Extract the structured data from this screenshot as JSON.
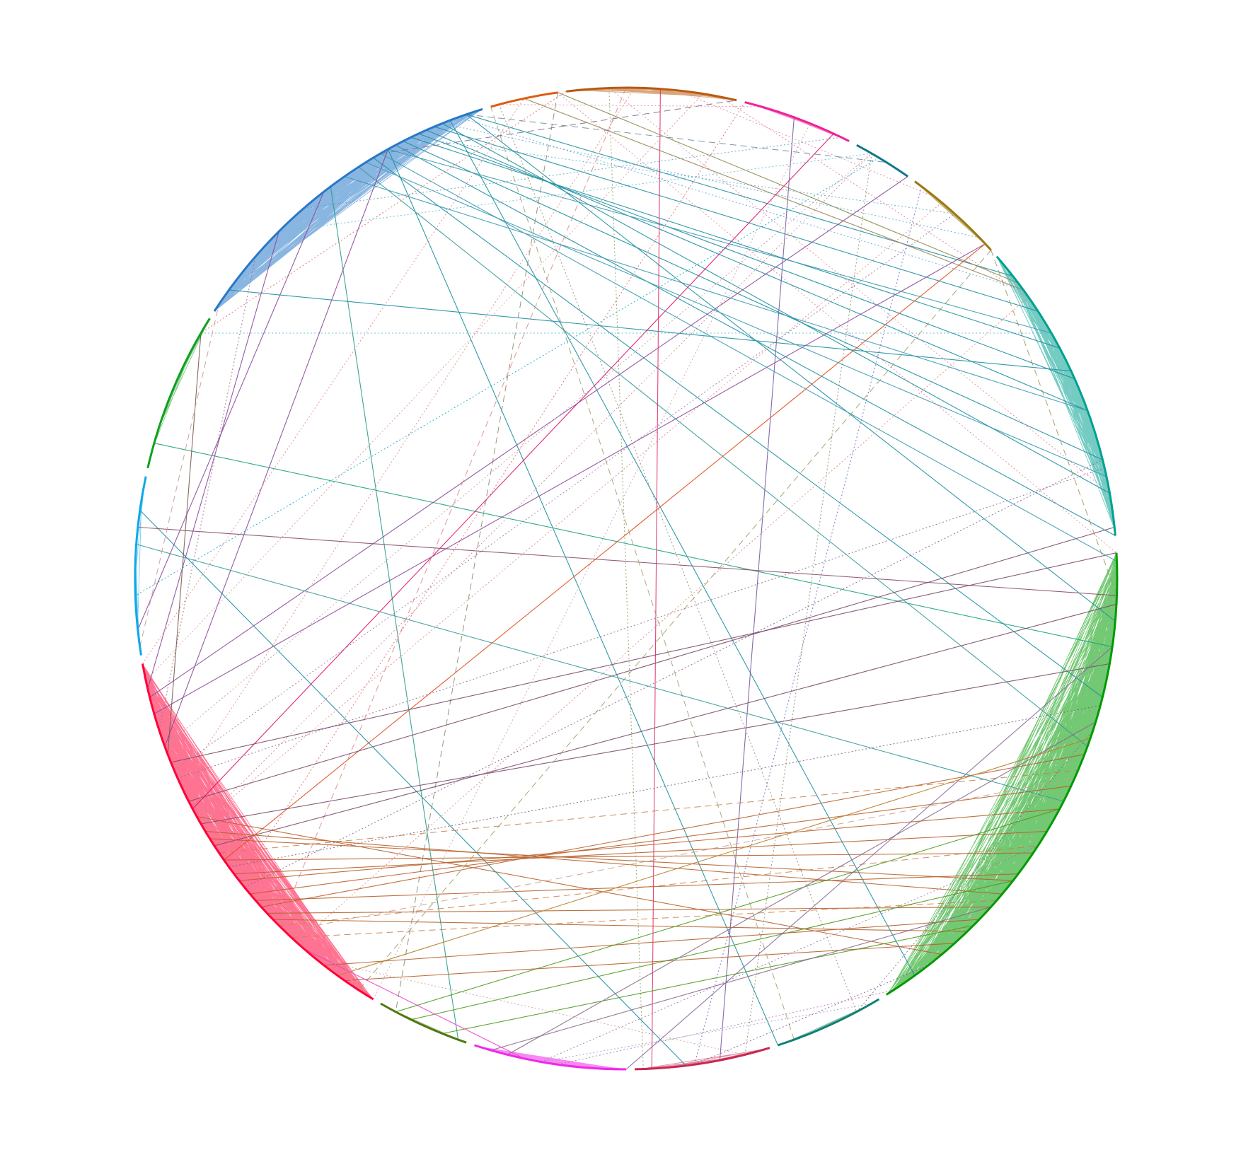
{
  "diagram": {
    "type": "circular-network",
    "labels_shown": false,
    "background": "#ffffff",
    "groups": [
      {
        "id": "blue",
        "color": "#2878C8",
        "arc": [
          213,
          253
        ]
      },
      {
        "id": "orange",
        "color": "#E05A10",
        "arc": [
          254,
          262
        ]
      },
      {
        "id": "brown",
        "color": "#B85A10",
        "arc": [
          263,
          283
        ]
      },
      {
        "id": "magenta",
        "color": "#F0209A",
        "arc": [
          284,
          297
        ]
      },
      {
        "id": "teal-dark",
        "color": "#107888",
        "arc": [
          298,
          305
        ]
      },
      {
        "id": "olive",
        "color": "#9A7A10",
        "arc": [
          306,
          318
        ]
      },
      {
        "id": "teal",
        "color": "#00A090",
        "arc": [
          319,
          355
        ]
      },
      {
        "id": "green",
        "color": "#009A00",
        "arc": [
          357,
          58
        ]
      },
      {
        "id": "teal-green",
        "color": "#108070",
        "arc": [
          59,
          72
        ]
      },
      {
        "id": "rose",
        "color": "#C82850",
        "arc": [
          73,
          89
        ]
      },
      {
        "id": "pink",
        "color": "#F028E8",
        "arc": [
          90,
          108
        ]
      },
      {
        "id": "dark-olive",
        "color": "#507810",
        "arc": [
          109,
          120
        ]
      },
      {
        "id": "red",
        "color": "#FF0038",
        "arc": [
          121,
          170
        ]
      },
      {
        "id": "sky",
        "color": "#10A8E8",
        "arc": [
          171,
          192
        ]
      },
      {
        "id": "green-2",
        "color": "#10A020",
        "arc": [
          193,
          212
        ]
      }
    ],
    "within_group_density": {
      "blue": 520,
      "red": 560,
      "green": 620,
      "teal": 260,
      "pink": 120,
      "brown": 50,
      "magenta": 40,
      "olive": 30,
      "rose": 25,
      "teal-green": 20,
      "sky": 18,
      "green-2": 14,
      "orange": 12,
      "teal-dark": 12,
      "dark-olive": 12
    },
    "cross_links": [
      {
        "a": 247,
        "b": 327,
        "color": "#1A8FA0",
        "style": "solid"
      },
      {
        "a": 244,
        "b": 332,
        "color": "#1A8FA0",
        "style": "solid"
      },
      {
        "a": 246,
        "b": 340,
        "color": "#1A8FA0",
        "style": "solid"
      },
      {
        "a": 248,
        "b": 350,
        "color": "#1A8FA0",
        "style": "solid"
      },
      {
        "a": 243,
        "b": 346,
        "color": "#1A8FA0",
        "style": "solid"
      },
      {
        "a": 245,
        "b": 336,
        "color": "#1A8FA0",
        "style": "solid"
      },
      {
        "a": 242,
        "b": 355,
        "color": "#1A8FA0",
        "style": "solid"
      },
      {
        "a": 249,
        "b": 54,
        "color": "#1A8FA0",
        "style": "solid"
      },
      {
        "a": 251,
        "b": 322,
        "color": "#1A8FA0",
        "style": "solid"
      },
      {
        "a": 241,
        "b": 72,
        "color": "#1A8FA0",
        "style": "solid"
      },
      {
        "a": 233,
        "b": 110,
        "color": "#2A9A8A",
        "style": "solid"
      },
      {
        "a": 216,
        "b": 335,
        "color": "#1A8FA0",
        "style": "solid"
      },
      {
        "a": 188,
        "b": 83,
        "color": "#1A8FA0",
        "style": "solid"
      },
      {
        "a": 196,
        "b": 8,
        "color": "#1AA080",
        "style": "solid"
      },
      {
        "a": 251,
        "b": 5,
        "color": "#1A8FA0",
        "style": "solid"
      },
      {
        "a": 237,
        "b": 20,
        "color": "#3A9A9A",
        "style": "solid"
      },
      {
        "a": 239,
        "b": 14,
        "color": "#1A8FA0",
        "style": "solid"
      },
      {
        "a": 295,
        "b": 152,
        "color": "#E0106A",
        "style": "solid"
      },
      {
        "a": 274,
        "b": 87,
        "color": "#E0306A",
        "style": "solid"
      },
      {
        "a": 317,
        "b": 145,
        "color": "#E04A1A",
        "style": "solid"
      },
      {
        "a": 241,
        "b": 160,
        "color": "#8A4A9A",
        "style": "solid"
      },
      {
        "a": 262,
        "b": 118,
        "color": "#8A8A6A",
        "style": "dashed"
      },
      {
        "a": 301,
        "b": 178,
        "color": "#10A8C8",
        "style": "dotted"
      },
      {
        "a": 305,
        "b": 166,
        "color": "#8A4A9A",
        "style": "solid"
      },
      {
        "a": 290,
        "b": 79,
        "color": "#7A5AA0",
        "style": "solid"
      },
      {
        "a": 307,
        "b": 82,
        "color": "#6A6AC8",
        "style": "dotted"
      },
      {
        "a": 318,
        "b": 123,
        "color": "#9AA060",
        "style": "dashed"
      },
      {
        "a": 262,
        "b": 323,
        "color": "#8A8A4A",
        "style": "solid"
      },
      {
        "a": 258,
        "b": 324,
        "color": "#9A8A5A",
        "style": "solid"
      },
      {
        "a": 318,
        "b": 2,
        "color": "#9A9A5A",
        "style": "dashed"
      },
      {
        "a": 255,
        "b": 62,
        "color": "#9A8A6A",
        "style": "dotted"
      },
      {
        "a": 263,
        "b": 210,
        "color": "#E06A6A",
        "style": "dotted"
      },
      {
        "a": 270,
        "b": 135,
        "color": "#E08A8A",
        "style": "dashed"
      },
      {
        "a": 284,
        "b": 142,
        "color": "#E06A6A",
        "style": "dotted"
      },
      {
        "a": 310,
        "b": 150,
        "color": "#E08A8A",
        "style": "dotted"
      },
      {
        "a": 325,
        "b": 132,
        "color": "#E08A8A",
        "style": "dotted"
      },
      {
        "a": 300,
        "b": 225,
        "color": "#60C0D0",
        "style": "dotted"
      },
      {
        "a": 296,
        "b": 229,
        "color": "#60A0C0",
        "style": "dotted"
      },
      {
        "a": 210,
        "b": 330,
        "color": "#60C0D0",
        "style": "dotted"
      },
      {
        "a": 186,
        "b": 2,
        "color": "#8A4A6A",
        "style": "solid"
      },
      {
        "a": 147,
        "b": 3,
        "color": "#7A4A6A",
        "style": "solid"
      },
      {
        "a": 150,
        "b": 10,
        "color": "#7A4A6A",
        "style": "solid"
      },
      {
        "a": 153,
        "b": 354,
        "color": "#7A4A6A",
        "style": "solid"
      },
      {
        "a": 156,
        "b": 347,
        "color": "#8A6A8A",
        "style": "dotted"
      },
      {
        "a": 158,
        "b": 357,
        "color": "#7A4A6A",
        "style": "solid"
      },
      {
        "a": 141,
        "b": 346,
        "color": "#8A5A8A",
        "style": "dotted"
      },
      {
        "a": 144,
        "b": 15,
        "color": "#7A5A7A",
        "style": "dotted"
      },
      {
        "a": 164,
        "b": 317,
        "color": "#8A4A9A",
        "style": "solid"
      },
      {
        "a": 138,
        "b": 21,
        "color": "#B8602A",
        "style": "solid"
      },
      {
        "a": 140,
        "b": 25,
        "color": "#B8602A",
        "style": "solid"
      },
      {
        "a": 142,
        "b": 28,
        "color": "#B8602A",
        "style": "solid"
      },
      {
        "a": 143,
        "b": 31,
        "color": "#B8602A",
        "style": "solid"
      },
      {
        "a": 145,
        "b": 34,
        "color": "#B8602A",
        "style": "solid"
      },
      {
        "a": 139,
        "b": 37,
        "color": "#B8602A",
        "style": "solid"
      },
      {
        "a": 148,
        "b": 38,
        "color": "#B8602A",
        "style": "solid"
      },
      {
        "a": 149,
        "b": 40,
        "color": "#B8602A",
        "style": "solid"
      },
      {
        "a": 137,
        "b": 42,
        "color": "#B8602A",
        "style": "solid"
      },
      {
        "a": 136,
        "b": 46,
        "color": "#B8602A",
        "style": "solid"
      },
      {
        "a": 151,
        "b": 50,
        "color": "#B8602A",
        "style": "solid"
      },
      {
        "a": 133,
        "b": 41,
        "color": "#C8804A",
        "style": "dashed"
      },
      {
        "a": 146,
        "b": 23,
        "color": "#C8804A",
        "style": "dashed"
      },
      {
        "a": 135,
        "b": 33,
        "color": "#C8804A",
        "style": "dashed"
      },
      {
        "a": 128,
        "b": 44,
        "color": "#B8602A",
        "style": "solid"
      },
      {
        "a": 125,
        "b": 48,
        "color": "#B8602A",
        "style": "solid"
      },
      {
        "a": 118,
        "b": 28,
        "color": "#509A20",
        "style": "solid"
      },
      {
        "a": 116,
        "b": 38,
        "color": "#509A20",
        "style": "solid"
      },
      {
        "a": 112,
        "b": 45,
        "color": "#509A20",
        "style": "solid"
      },
      {
        "a": 106,
        "b": 42,
        "color": "#8A6A8A",
        "style": "solid"
      },
      {
        "a": 104,
        "b": 17,
        "color": "#8A6A8A",
        "style": "solid"
      },
      {
        "a": 100,
        "b": 33,
        "color": "#9A7AAA",
        "style": "dotted"
      },
      {
        "a": 131,
        "b": 102,
        "color": "#F040C8",
        "style": "solid"
      },
      {
        "a": 129,
        "b": 76,
        "color": "#C8A0A0",
        "style": "dotted"
      },
      {
        "a": 90,
        "b": 8,
        "color": "#8A6A9A",
        "style": "solid"
      },
      {
        "a": 76,
        "b": 300,
        "color": "#8A8A6A",
        "style": "dotted"
      },
      {
        "a": 70,
        "b": 254,
        "color": "#A0A070",
        "style": "dashed"
      },
      {
        "a": 62,
        "b": 18,
        "color": "#8A6A8A",
        "style": "dotted"
      },
      {
        "a": 174,
        "b": 232,
        "color": "#8A4A9A",
        "style": "solid"
      },
      {
        "a": 167,
        "b": 225,
        "color": "#8A4A9A",
        "style": "solid"
      },
      {
        "a": 162,
        "b": 221,
        "color": "#A06A8A",
        "style": "dotted"
      },
      {
        "a": 170,
        "b": 258,
        "color": "#E08A8A",
        "style": "dotted"
      },
      {
        "a": 184,
        "b": 27,
        "color": "#3A9A9A",
        "style": "solid"
      },
      {
        "a": 159,
        "b": 210,
        "color": "#7A5A4A",
        "style": "solid"
      },
      {
        "a": 172,
        "b": 214,
        "color": "#C89A9A",
        "style": "dashed"
      },
      {
        "a": 155,
        "b": 271,
        "color": "#E08A8A",
        "style": "dotted"
      },
      {
        "a": 168,
        "b": 279,
        "color": "#E09A9A",
        "style": "dotted"
      },
      {
        "a": 157,
        "b": 312,
        "color": "#A07AA0",
        "style": "dotted"
      },
      {
        "a": 160,
        "b": 300,
        "color": "#C89AA0",
        "style": "dotted"
      },
      {
        "a": 150,
        "b": 300,
        "color": "#D08A9A",
        "style": "dotted"
      },
      {
        "a": 88,
        "b": 268,
        "color": "#8AA05A",
        "style": "dotted"
      },
      {
        "a": 121,
        "b": 292,
        "color": "#D0A0B0",
        "style": "dotted"
      },
      {
        "a": 134,
        "b": 24,
        "color": "#C8A08A",
        "style": "dashed"
      },
      {
        "a": 126,
        "b": 19,
        "color": "#B8802A",
        "style": "solid"
      },
      {
        "a": 100,
        "b": 60,
        "color": "#A0A0C8",
        "style": "dotted"
      },
      {
        "a": 98,
        "b": 57,
        "color": "#B07AB0",
        "style": "dotted"
      },
      {
        "a": 82,
        "b": 52,
        "color": "#8A5AA0",
        "style": "dotted"
      },
      {
        "a": 262,
        "b": 357,
        "color": "#E08AA0",
        "style": "dotted"
      },
      {
        "a": 268,
        "b": 350,
        "color": "#E08AA0",
        "style": "dotted"
      },
      {
        "a": 281,
        "b": 325,
        "color": "#E07A9A",
        "style": "dotted"
      },
      {
        "a": 276,
        "b": 309,
        "color": "#E08AA0",
        "style": "dotted"
      },
      {
        "a": 251,
        "b": 302,
        "color": "#6A8AA0",
        "style": "dashed"
      },
      {
        "a": 255,
        "b": 286,
        "color": "#E08AA0",
        "style": "dotted"
      },
      {
        "a": 240,
        "b": 283,
        "color": "#7A6A8A",
        "style": "dashed"
      },
      {
        "a": 248,
        "b": 316,
        "color": "#60A8D0",
        "style": "dotted"
      },
      {
        "a": 244,
        "b": 312,
        "color": "#60A8D0",
        "style": "dotted"
      },
      {
        "a": 250,
        "b": 324,
        "color": "#60A8D0",
        "style": "dotted"
      },
      {
        "a": 241,
        "b": 330,
        "color": "#3A9AB0",
        "style": "solid"
      },
      {
        "a": 235,
        "b": 340,
        "color": "#3A9AB0",
        "style": "solid"
      },
      {
        "a": 238,
        "b": 348,
        "color": "#3A9AB0",
        "style": "solid"
      },
      {
        "a": 240,
        "b": 358,
        "color": "#3A9AB0",
        "style": "solid"
      }
    ]
  }
}
